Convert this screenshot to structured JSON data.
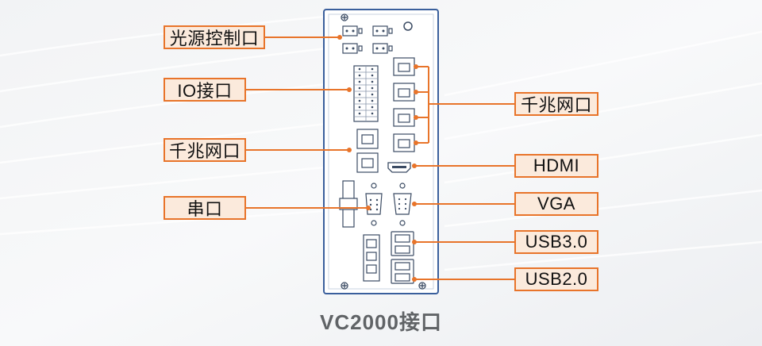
{
  "labels": {
    "light_control": "光源控制口",
    "io": "IO接口",
    "gigabit_left": "千兆网口",
    "serial": "串口",
    "gigabit_right": "千兆网口",
    "hdmi": "HDMI",
    "vga": "VGA",
    "usb3": "USB3.0",
    "usb2": "USB2.0"
  },
  "caption": "VC2000接口",
  "colors": {
    "accent": "#e8742a",
    "label_fill": "#fbeadc",
    "panel_border": "#3a5f9c",
    "panel_fill": "#ffffff",
    "caption": "#606366",
    "device_line": "#6f7f96"
  }
}
